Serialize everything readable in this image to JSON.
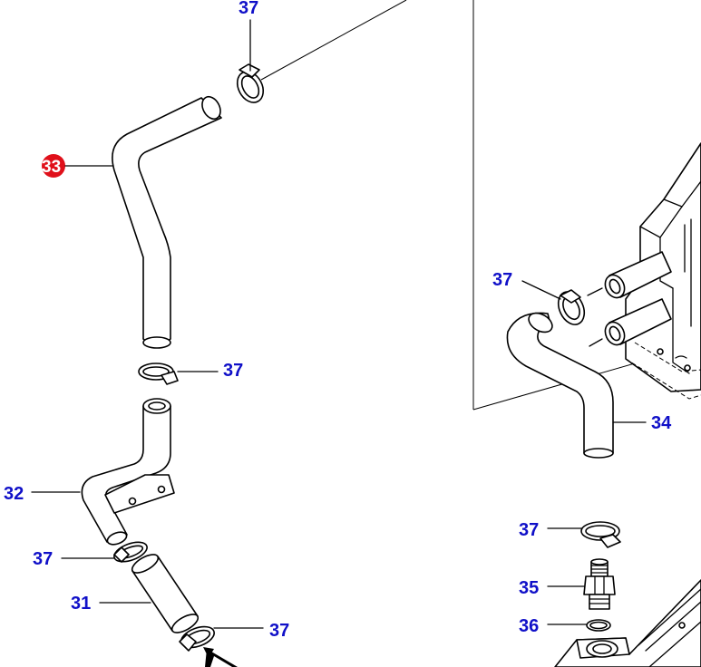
{
  "diagram": {
    "highlight_color": "#e0101a",
    "label_color": "#1010c8",
    "callouts": [
      {
        "id": "c-37-top",
        "text": "37",
        "part": "hose-clamp"
      },
      {
        "id": "c-33",
        "text": "33",
        "part": "upper-bent-hose",
        "highlighted": true
      },
      {
        "id": "c-37-upper",
        "text": "37",
        "part": "hose-clamp"
      },
      {
        "id": "c-32",
        "text": "32",
        "part": "bracket-pipe"
      },
      {
        "id": "c-37-mid-left",
        "text": "37",
        "part": "hose-clamp"
      },
      {
        "id": "c-31",
        "text": "31",
        "part": "straight-hose"
      },
      {
        "id": "c-37-bottom",
        "text": "37",
        "part": "hose-clamp"
      },
      {
        "id": "c-37-right",
        "text": "37",
        "part": "hose-clamp"
      },
      {
        "id": "c-34",
        "text": "34",
        "part": "right-bent-hose"
      },
      {
        "id": "c-37-lower-right",
        "text": "37",
        "part": "hose-clamp"
      },
      {
        "id": "c-35",
        "text": "35",
        "part": "fitting"
      },
      {
        "id": "c-36",
        "text": "36",
        "part": "o-ring"
      }
    ]
  }
}
